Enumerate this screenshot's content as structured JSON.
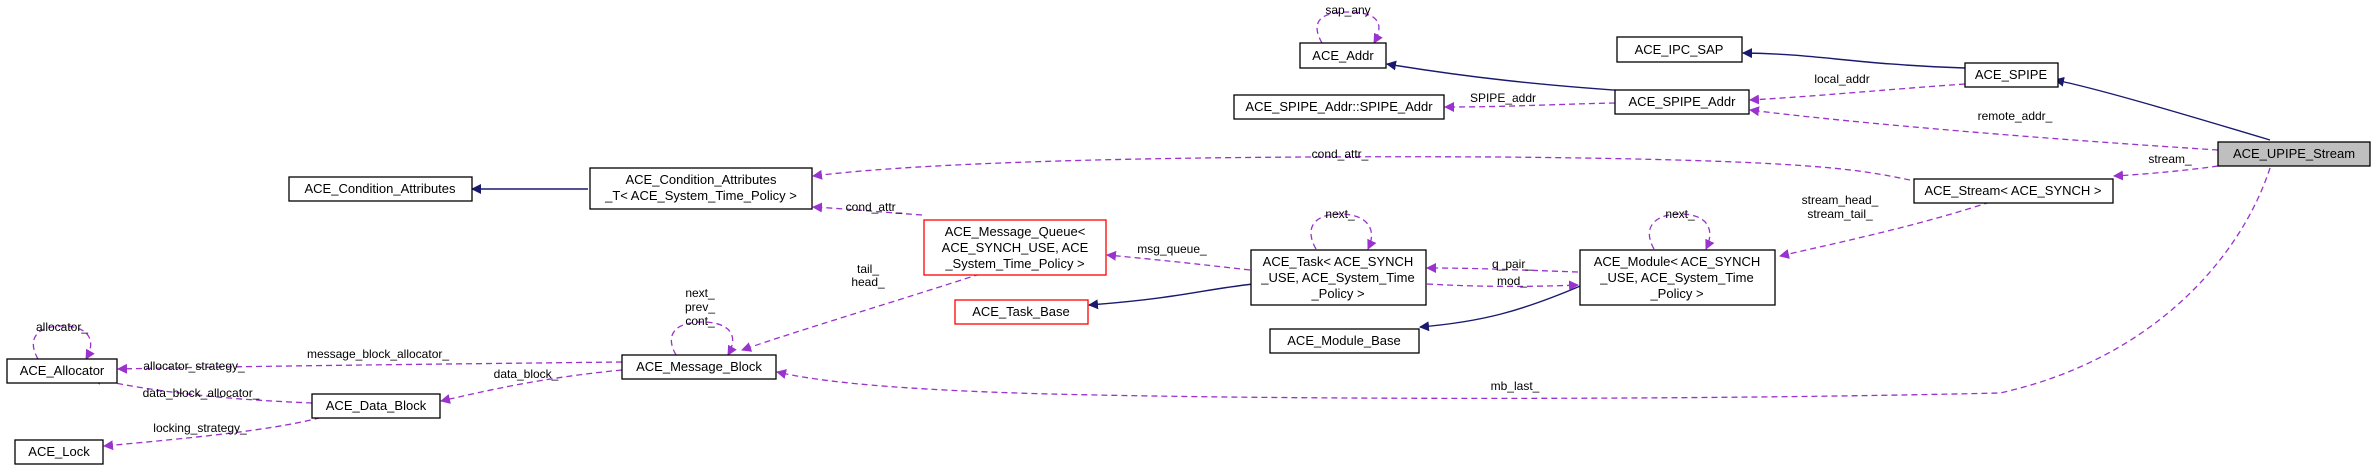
{
  "nodes": {
    "ace_upipe_stream": {
      "lines": [
        "ACE_UPIPE_Stream"
      ],
      "style": "gray"
    },
    "ace_spipe": {
      "lines": [
        "ACE_SPIPE"
      ],
      "style": "normal"
    },
    "ace_ipc_sap": {
      "lines": [
        "ACE_IPC_SAP"
      ],
      "style": "normal"
    },
    "ace_addr": {
      "lines": [
        "ACE_Addr"
      ],
      "style": "normal"
    },
    "ace_spipe_addr": {
      "lines": [
        "ACE_SPIPE_Addr"
      ],
      "style": "normal"
    },
    "ace_spipe_addr_ctor": {
      "lines": [
        "ACE_SPIPE_Addr::SPIPE_Addr"
      ],
      "style": "normal"
    },
    "ace_stream": {
      "lines": [
        "ACE_Stream< ACE_SYNCH >"
      ],
      "style": "normal"
    },
    "ace_condition_attributes_t": {
      "lines": [
        "ACE_Condition_Attributes",
        "_T< ACE_System_Time_Policy >"
      ],
      "style": "normal"
    },
    "ace_condition_attributes": {
      "lines": [
        "ACE_Condition_Attributes"
      ],
      "style": "normal"
    },
    "ace_message_queue": {
      "lines": [
        "ACE_Message_Queue<",
        "ACE_SYNCH_USE, ACE",
        "_System_Time_Policy >"
      ],
      "style": "red"
    },
    "ace_task": {
      "lines": [
        "ACE_Task< ACE_SYNCH",
        "_USE, ACE_System_Time",
        "_Policy >"
      ],
      "style": "normal"
    },
    "ace_module": {
      "lines": [
        "ACE_Module< ACE_SYNCH",
        "_USE, ACE_System_Time",
        "_Policy >"
      ],
      "style": "normal"
    },
    "ace_task_base": {
      "lines": [
        "ACE_Task_Base"
      ],
      "style": "red"
    },
    "ace_module_base": {
      "lines": [
        "ACE_Module_Base"
      ],
      "style": "normal"
    },
    "ace_message_block": {
      "lines": [
        "ACE_Message_Block"
      ],
      "style": "normal"
    },
    "ace_allocator": {
      "lines": [
        "ACE_Allocator"
      ],
      "style": "normal"
    },
    "ace_data_block": {
      "lines": [
        "ACE_Data_Block"
      ],
      "style": "normal"
    },
    "ace_lock": {
      "lines": [
        "ACE_Lock"
      ],
      "style": "normal"
    }
  },
  "edges": [
    {
      "from": "ace_spipe",
      "to": "ace_upipe_stream",
      "kind": "inherit",
      "label": []
    },
    {
      "from": "ace_ipc_sap",
      "to": "ace_spipe",
      "kind": "inherit",
      "label": []
    },
    {
      "from": "ace_addr",
      "to": "ace_spipe_addr",
      "kind": "inherit",
      "label": []
    },
    {
      "from": "ace_condition_attributes",
      "to": "ace_condition_attributes_t",
      "kind": "inherit",
      "label": []
    },
    {
      "from": "ace_task_base",
      "to": "ace_task",
      "kind": "inherit",
      "label": []
    },
    {
      "from": "ace_module_base",
      "to": "ace_module",
      "kind": "inherit",
      "label": []
    },
    {
      "from": "ace_addr",
      "to": "ace_addr",
      "kind": "use",
      "label": [
        "sap_any"
      ]
    },
    {
      "from": "ace_spipe",
      "to": "ace_spipe_addr",
      "kind": "use",
      "label": [
        "local_addr"
      ]
    },
    {
      "from": "ace_upipe_stream",
      "to": "ace_spipe_addr",
      "kind": "use",
      "label": [
        "remote_addr_"
      ]
    },
    {
      "from": "ace_spipe_addr",
      "to": "ace_spipe_addr_ctor",
      "kind": "use",
      "label": [
        "SPIPE_addr"
      ]
    },
    {
      "from": "ace_stream",
      "to": "ace_condition_attributes_t",
      "kind": "use",
      "label": [
        "cond_attr_"
      ]
    },
    {
      "from": "ace_upipe_stream",
      "to": "ace_stream",
      "kind": "use",
      "label": [
        "stream_"
      ]
    },
    {
      "from": "ace_message_queue",
      "to": "ace_condition_attributes_t",
      "kind": "use",
      "label": [
        "cond_attr_"
      ]
    },
    {
      "from": "ace_stream",
      "to": "ace_module",
      "kind": "use",
      "label": [
        "stream_head_",
        "stream_tail_"
      ]
    },
    {
      "from": "ace_module",
      "to": "ace_module",
      "kind": "use",
      "label": [
        "next_"
      ]
    },
    {
      "from": "ace_task",
      "to": "ace_task",
      "kind": "use",
      "label": [
        "next_"
      ]
    },
    {
      "from": "ace_module",
      "to": "ace_task",
      "kind": "use",
      "label": [
        "q_pair_"
      ]
    },
    {
      "from": "ace_task",
      "to": "ace_module",
      "kind": "use",
      "label": [
        "mod_"
      ]
    },
    {
      "from": "ace_task",
      "to": "ace_message_queue",
      "kind": "use",
      "label": [
        "msg_queue_"
      ]
    },
    {
      "from": "ace_message_queue",
      "to": "ace_message_block",
      "kind": "use",
      "label": [
        "tail_",
        "head_"
      ]
    },
    {
      "from": "ace_message_block",
      "to": "ace_message_block",
      "kind": "use",
      "label": [
        "next_",
        "prev_",
        "cont_"
      ]
    },
    {
      "from": "ace_upipe_stream",
      "to": "ace_message_block",
      "kind": "use",
      "label": [
        "mb_last_"
      ]
    },
    {
      "from": "ace_message_block",
      "to": "ace_allocator",
      "kind": "use",
      "label": [
        "message_block_allocator_"
      ]
    },
    {
      "from": "ace_message_block",
      "to": "ace_data_block",
      "kind": "use",
      "label": [
        "data_block_"
      ]
    },
    {
      "from": "ace_allocator",
      "to": "ace_allocator",
      "kind": "use",
      "label": [
        "allocator_"
      ]
    },
    {
      "from": "ace_data_block",
      "to": "ace_allocator",
      "kind": "use",
      "label": [
        "allocator_strategy_",
        "data_block_allocator_"
      ]
    },
    {
      "from": "ace_data_block",
      "to": "ace_lock",
      "kind": "use",
      "label": [
        "locking_strategy_"
      ]
    }
  ],
  "colors": {
    "inherit": "#191970",
    "use": "#9a32cd",
    "highlight_fill": "#bfbfbf",
    "highlight_stroke": "#ff0000"
  }
}
